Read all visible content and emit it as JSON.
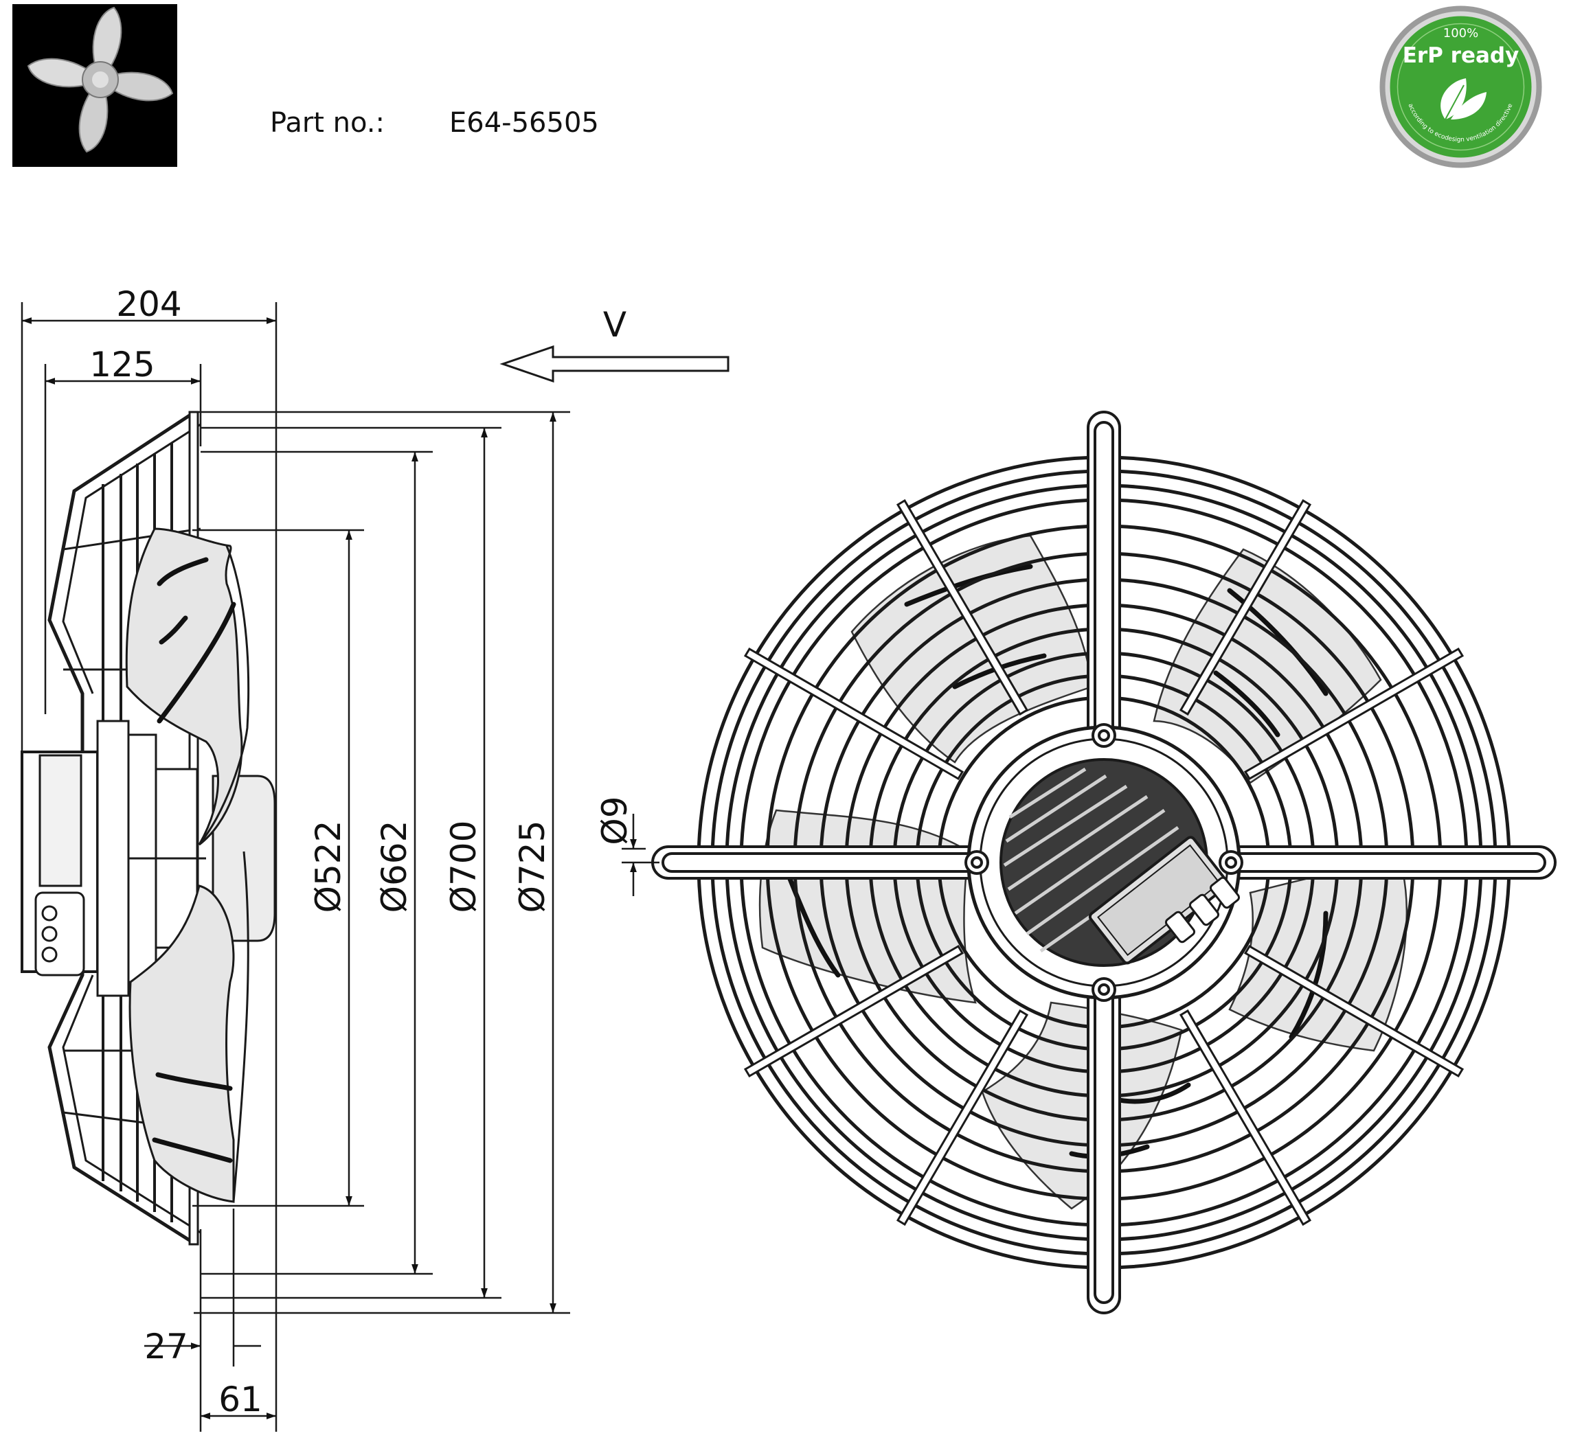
{
  "header": {
    "part_label": "Part no.:",
    "part_number": "E64-56505",
    "badge": {
      "line1": "100%",
      "line2": "ErP ready",
      "ring_text": "according to ecodesign ventilation directive"
    }
  },
  "drawing": {
    "airflow_label": "V",
    "side_view_dims": {
      "depth_total": "204",
      "depth_guard": "125",
      "d1": "Ø522",
      "d2": "Ø662",
      "d3": "Ø700",
      "d4": "Ø725",
      "bottom_a": "27",
      "bottom_b": "61"
    },
    "front_view_dims": {
      "hole": "Ø9"
    }
  },
  "colors": {
    "badge_green": "#3fa535",
    "blade_fill": "#e6e6e6",
    "line": "#1a1a1a"
  }
}
